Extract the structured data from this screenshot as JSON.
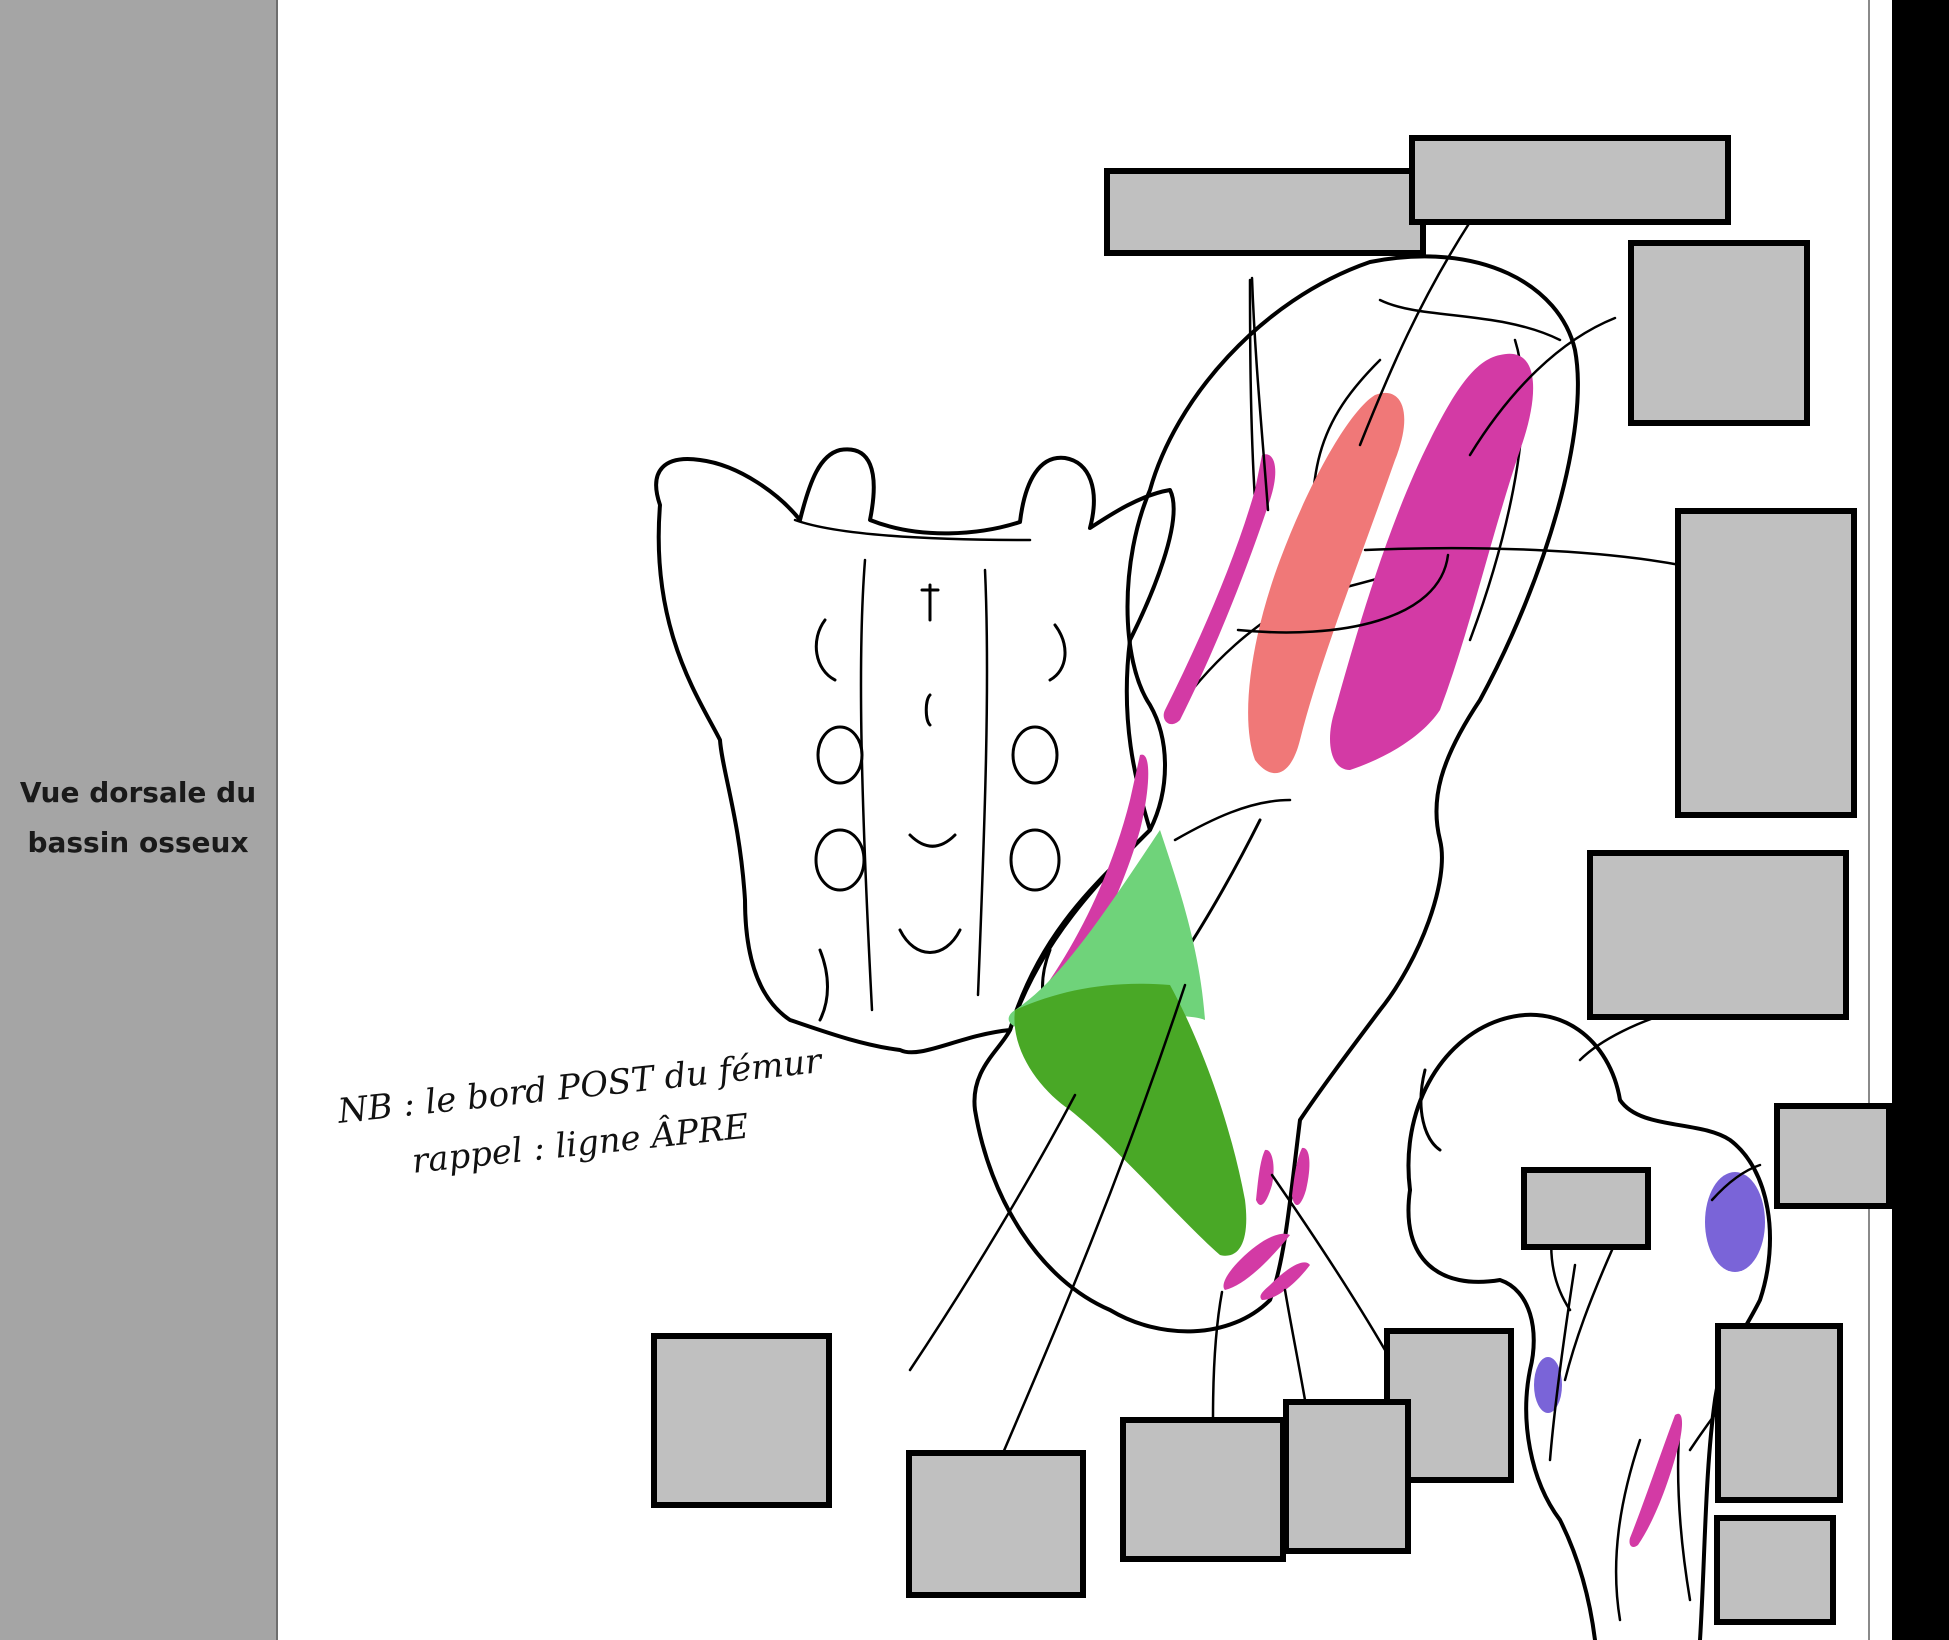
{
  "sidebar": {
    "title": "Vue dorsale du bassin osseux"
  },
  "note": {
    "line1": "NB : le bord POST du fémur",
    "line2": "rappel : ligne ÂPRE"
  },
  "colors": {
    "sidebar": "#a5a5a5",
    "label_box_fill": "#c0c0c0",
    "magenta": "#d33aa5",
    "salmon": "#f07878",
    "green": "#49a826",
    "light_green": "#6fd37a",
    "purple": "#7a64d8"
  },
  "label_boxes": [
    "",
    "",
    "",
    "",
    "",
    "",
    "",
    "",
    "",
    "",
    "",
    "",
    "",
    "",
    "",
    ""
  ]
}
